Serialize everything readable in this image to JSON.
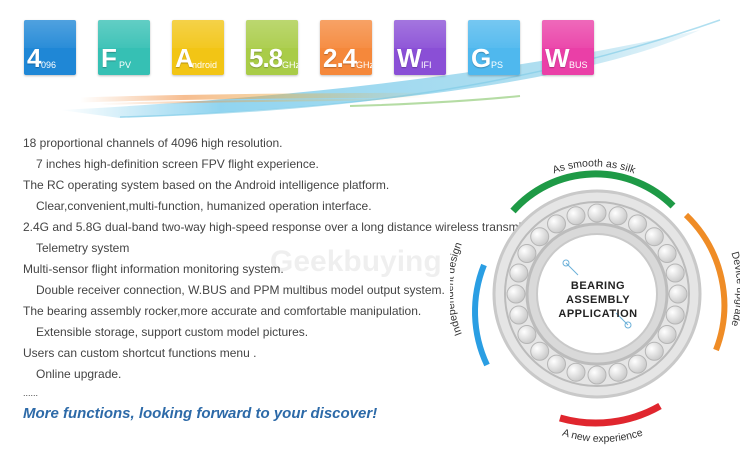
{
  "tiles": [
    {
      "big": "4",
      "small": "096",
      "color": "#1f87d6"
    },
    {
      "big": "F",
      "small": "PV",
      "color": "#36c0b4"
    },
    {
      "big": "A",
      "small": "ndroid",
      "color": "#f2c515"
    },
    {
      "big": "5.8",
      "small": "GHz",
      "color": "#a9cc48"
    },
    {
      "big": "2.4",
      "small": "GHz",
      "color": "#f5883b"
    },
    {
      "big": "W",
      "small": "IFI",
      "color": "#8a4fd6"
    },
    {
      "big": "G",
      "small": "PS",
      "color": "#4fb8ee"
    },
    {
      "big": "W",
      "small": "BUS",
      "color": "#ea3fa7"
    }
  ],
  "features": [
    {
      "text": "18 proportional channels of 4096 high resolution.",
      "indent": false
    },
    {
      "text": "7 inches high-definition screen FPV flight experience.",
      "indent": true
    },
    {
      "text": "The RC operating system based on the Android intelligence platform.",
      "indent": false
    },
    {
      "text": "Clear,convenient,multi-function, humanized operation interface.",
      "indent": true
    },
    {
      "text": "2.4G and 5.8G dual-band two-way high-speed response over a long distance wireless transmission system",
      "indent": false
    },
    {
      "text": "Telemetry system",
      "indent": true
    },
    {
      "text": "Multi-sensor flight information monitoring system.",
      "indent": false
    },
    {
      "text": "Double receiver connection, W.BUS and PPM multibus model output system.",
      "indent": true
    },
    {
      "text": "The bearing assembly rocker,more accurate and comfortable manipulation.",
      "indent": false
    },
    {
      "text": "Extensible storage, support custom model pictures.",
      "indent": true
    },
    {
      "text": "Users can custom shortcut functions menu .",
      "indent": false
    },
    {
      "text": "Online upgrade.",
      "indent": true
    },
    {
      "text": "......",
      "indent": false
    }
  ],
  "tagline": "More functions, looking forward to your discover!",
  "watermark": "Geekbuying",
  "diagram": {
    "center_lines": [
      "BEARING",
      "ASSEMBLY",
      "APPLICATION"
    ],
    "arcs": [
      {
        "label": "As smooth as silk",
        "color": "#1e9a46"
      },
      {
        "label": "Device upgrade",
        "color": "#ef8c26"
      },
      {
        "label": "A new experience",
        "color": "#e0262e"
      },
      {
        "label": "Independent design",
        "color": "#2a9ee3"
      }
    ]
  }
}
